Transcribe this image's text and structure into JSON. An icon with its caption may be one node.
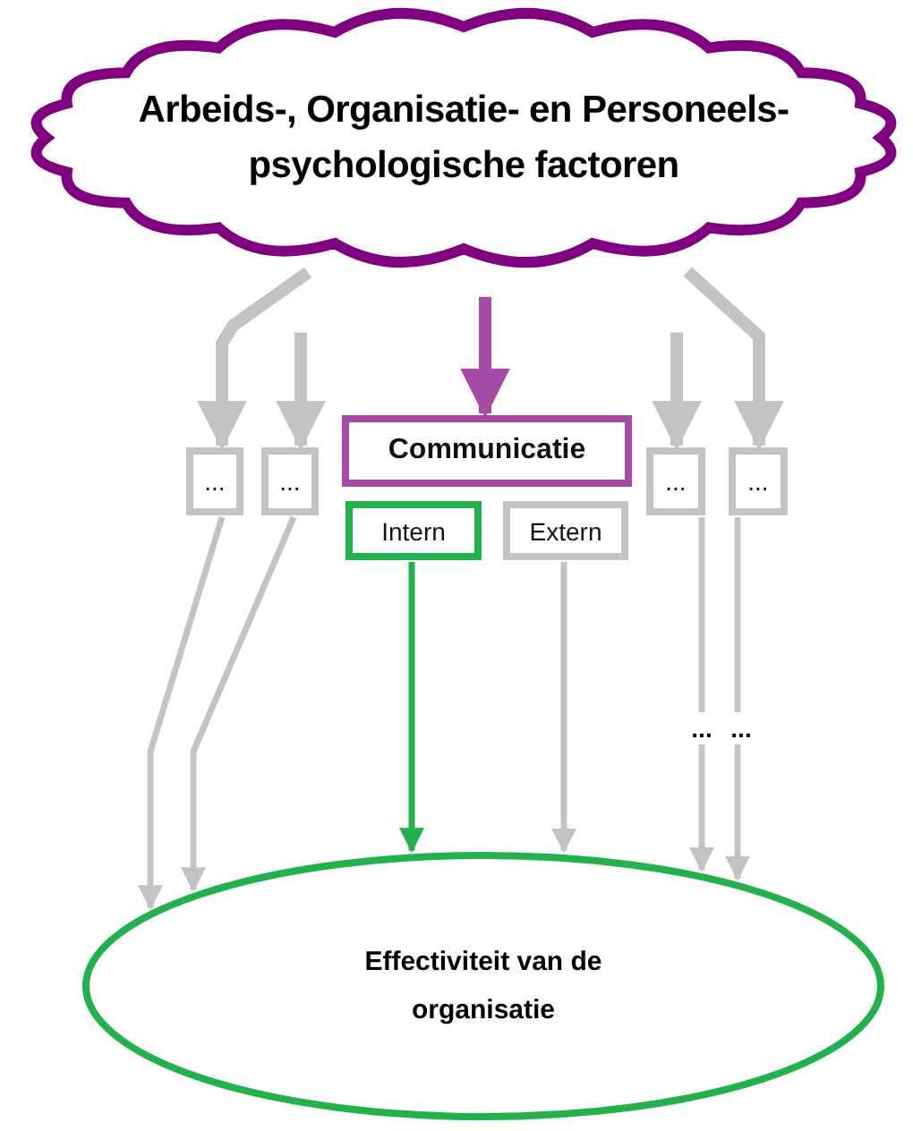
{
  "diagram": {
    "nodes": [
      {
        "text": [
          "Arbeids-, Organisatie- en Personeels- psychologische factoren"
        ]
      },
      {
        "text": [
          "..."
        ]
      },
      {
        "text": [
          "..."
        ]
      },
      {
        "text": [
          "Communicatie"
        ]
      },
      {
        "text": [
          "Intern"
        ]
      },
      {
        "text": [
          "Extern"
        ]
      },
      {
        "text": [
          "..."
        ]
      },
      {
        "text": [
          "..."
        ]
      },
      {
        "text": [
          "Effectiviteit van de organisatie"
        ]
      }
    ],
    "edges": [
      {
        "from": 0,
        "to": 1,
        "arrow": "to",
        "style": "thick"
      },
      {
        "from": 0,
        "to": 2,
        "arrow": "to",
        "style": "thick"
      },
      {
        "from": 0,
        "to": 3,
        "arrow": "to",
        "style": "thick",
        "color": "#a64ca6"
      },
      {
        "from": 0,
        "to": 6,
        "arrow": "to",
        "style": "thick"
      },
      {
        "from": 0,
        "to": 7,
        "arrow": "to",
        "style": "thick"
      },
      {
        "from": 1,
        "to": 8,
        "arrow": "to"
      },
      {
        "from": 2,
        "to": 8,
        "arrow": "to"
      },
      {
        "from": 4,
        "to": 8,
        "arrow": "to",
        "color": "#22b14c"
      },
      {
        "from": 5,
        "to": 8,
        "arrow": "to"
      },
      {
        "from": 6,
        "to": 8,
        "arrow": "to"
      },
      {
        "from": 7,
        "to": 8,
        "arrow": "to"
      }
    ],
    "labels": [
      "...",
      "..."
    ]
  }
}
